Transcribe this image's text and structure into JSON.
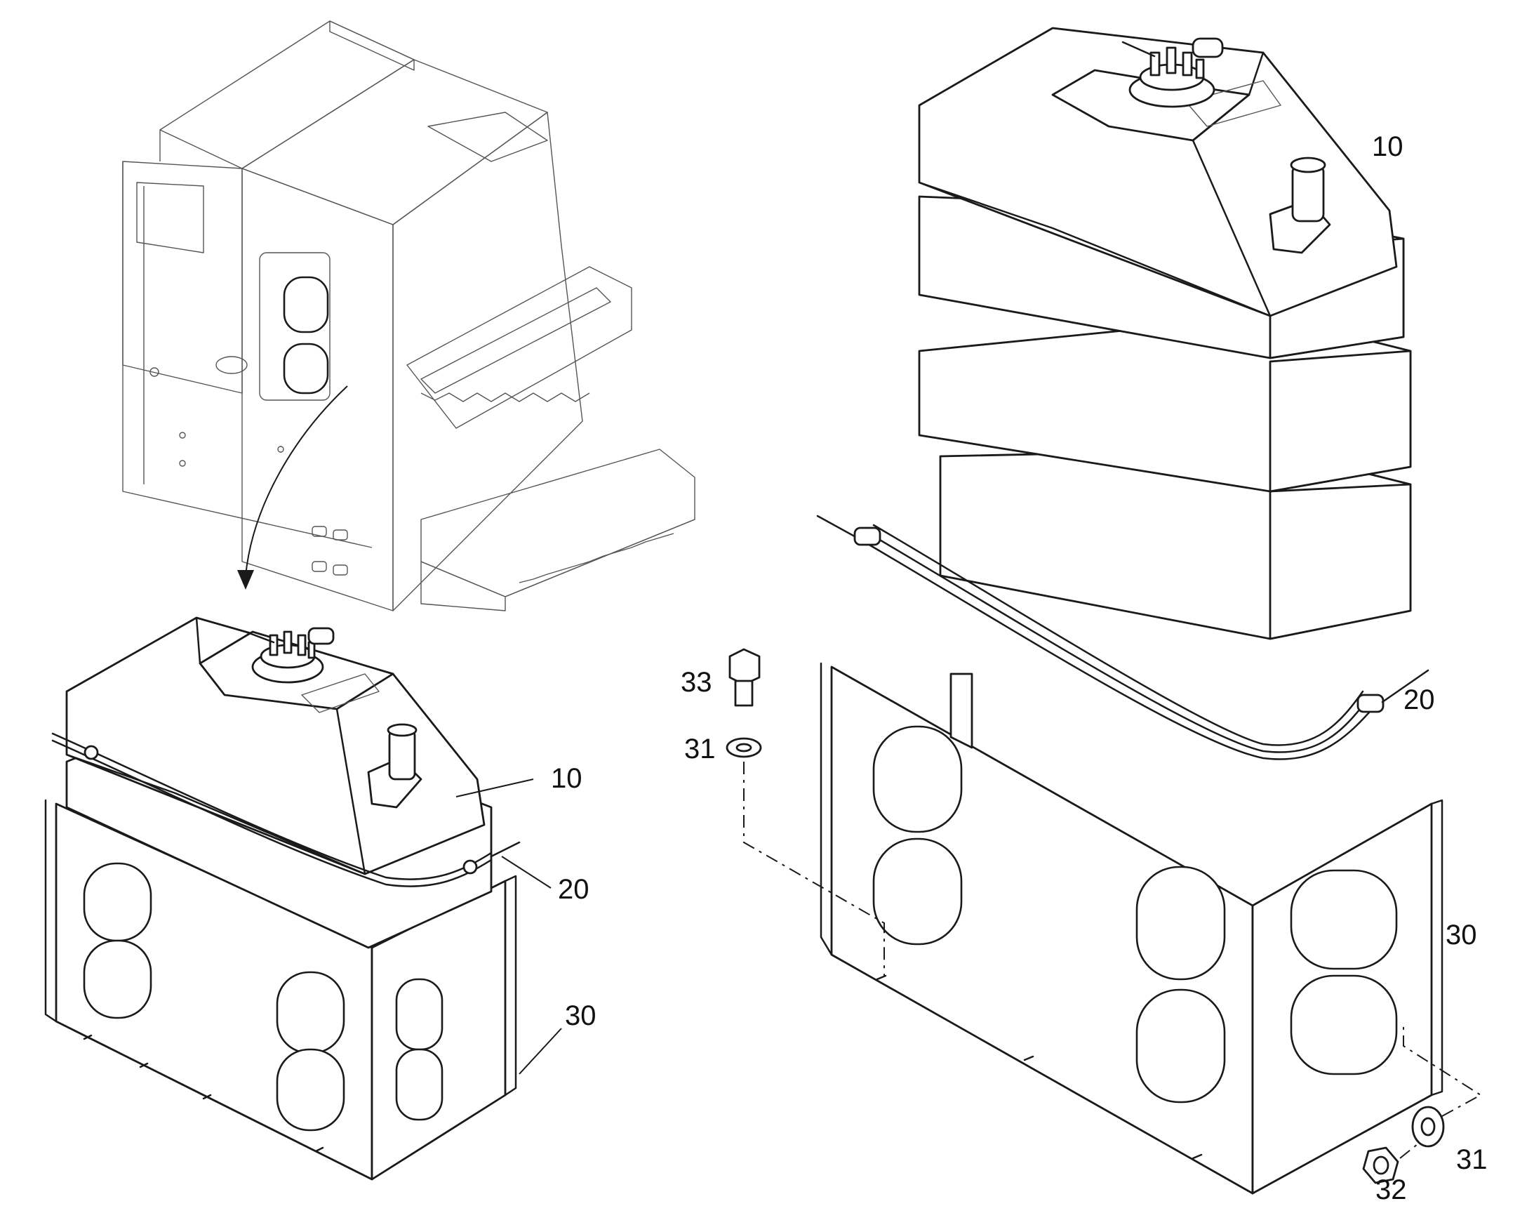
{
  "callouts": {
    "left_tank": "10",
    "left_strap": "20",
    "left_bracket": "30",
    "right_tank": "10",
    "right_strap": "20",
    "right_bracket": "30",
    "bolt": "33",
    "washer_top": "31",
    "washer_bottom": "31",
    "nut": "32"
  }
}
